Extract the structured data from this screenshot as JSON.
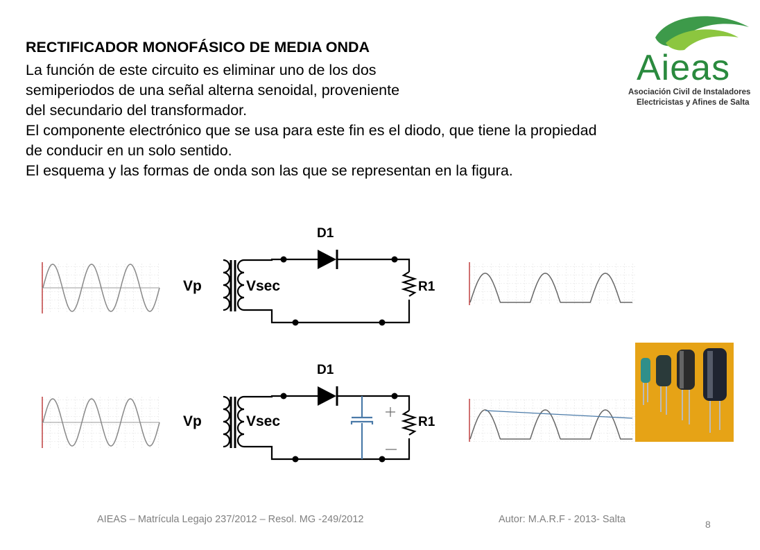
{
  "title": "RECTIFICADOR MONOFÁSICO DE MEDIA ONDA",
  "paragraphs": [
    "La función de este circuito es eliminar uno de los dos",
    "semiperiodos de una señal alterna senoidal, proveniente",
    "del secundario del transformador.",
    "El componente electrónico que se usa para este fin es el diodo, que tiene la propiedad",
    "de conducir en un solo sentido.",
    "El esquema y las formas de onda son las que se representan en la figura."
  ],
  "logo": {
    "name": "Aieas",
    "subtitle_line1": "Asociación Civil de Instaladores",
    "subtitle_line2": "Electricistas y Afines de Salta",
    "color": "#2a8a3e"
  },
  "circuit_top": {
    "diode": "D1",
    "primary": "Vp",
    "secondary": "Vsec",
    "resistor": "R1"
  },
  "circuit_bottom": {
    "diode": "D1",
    "primary": "Vp",
    "secondary": "Vsec",
    "resistor": "R1"
  },
  "capacitor_photo": {
    "icon": "capacitors-photo"
  },
  "footer": {
    "left": "AIEAS – Matrícula Legajo 237/2012 – Resol. MG -249/2012",
    "right": "Autor: M.A.R.F - 2013- Salta",
    "page": "8"
  }
}
